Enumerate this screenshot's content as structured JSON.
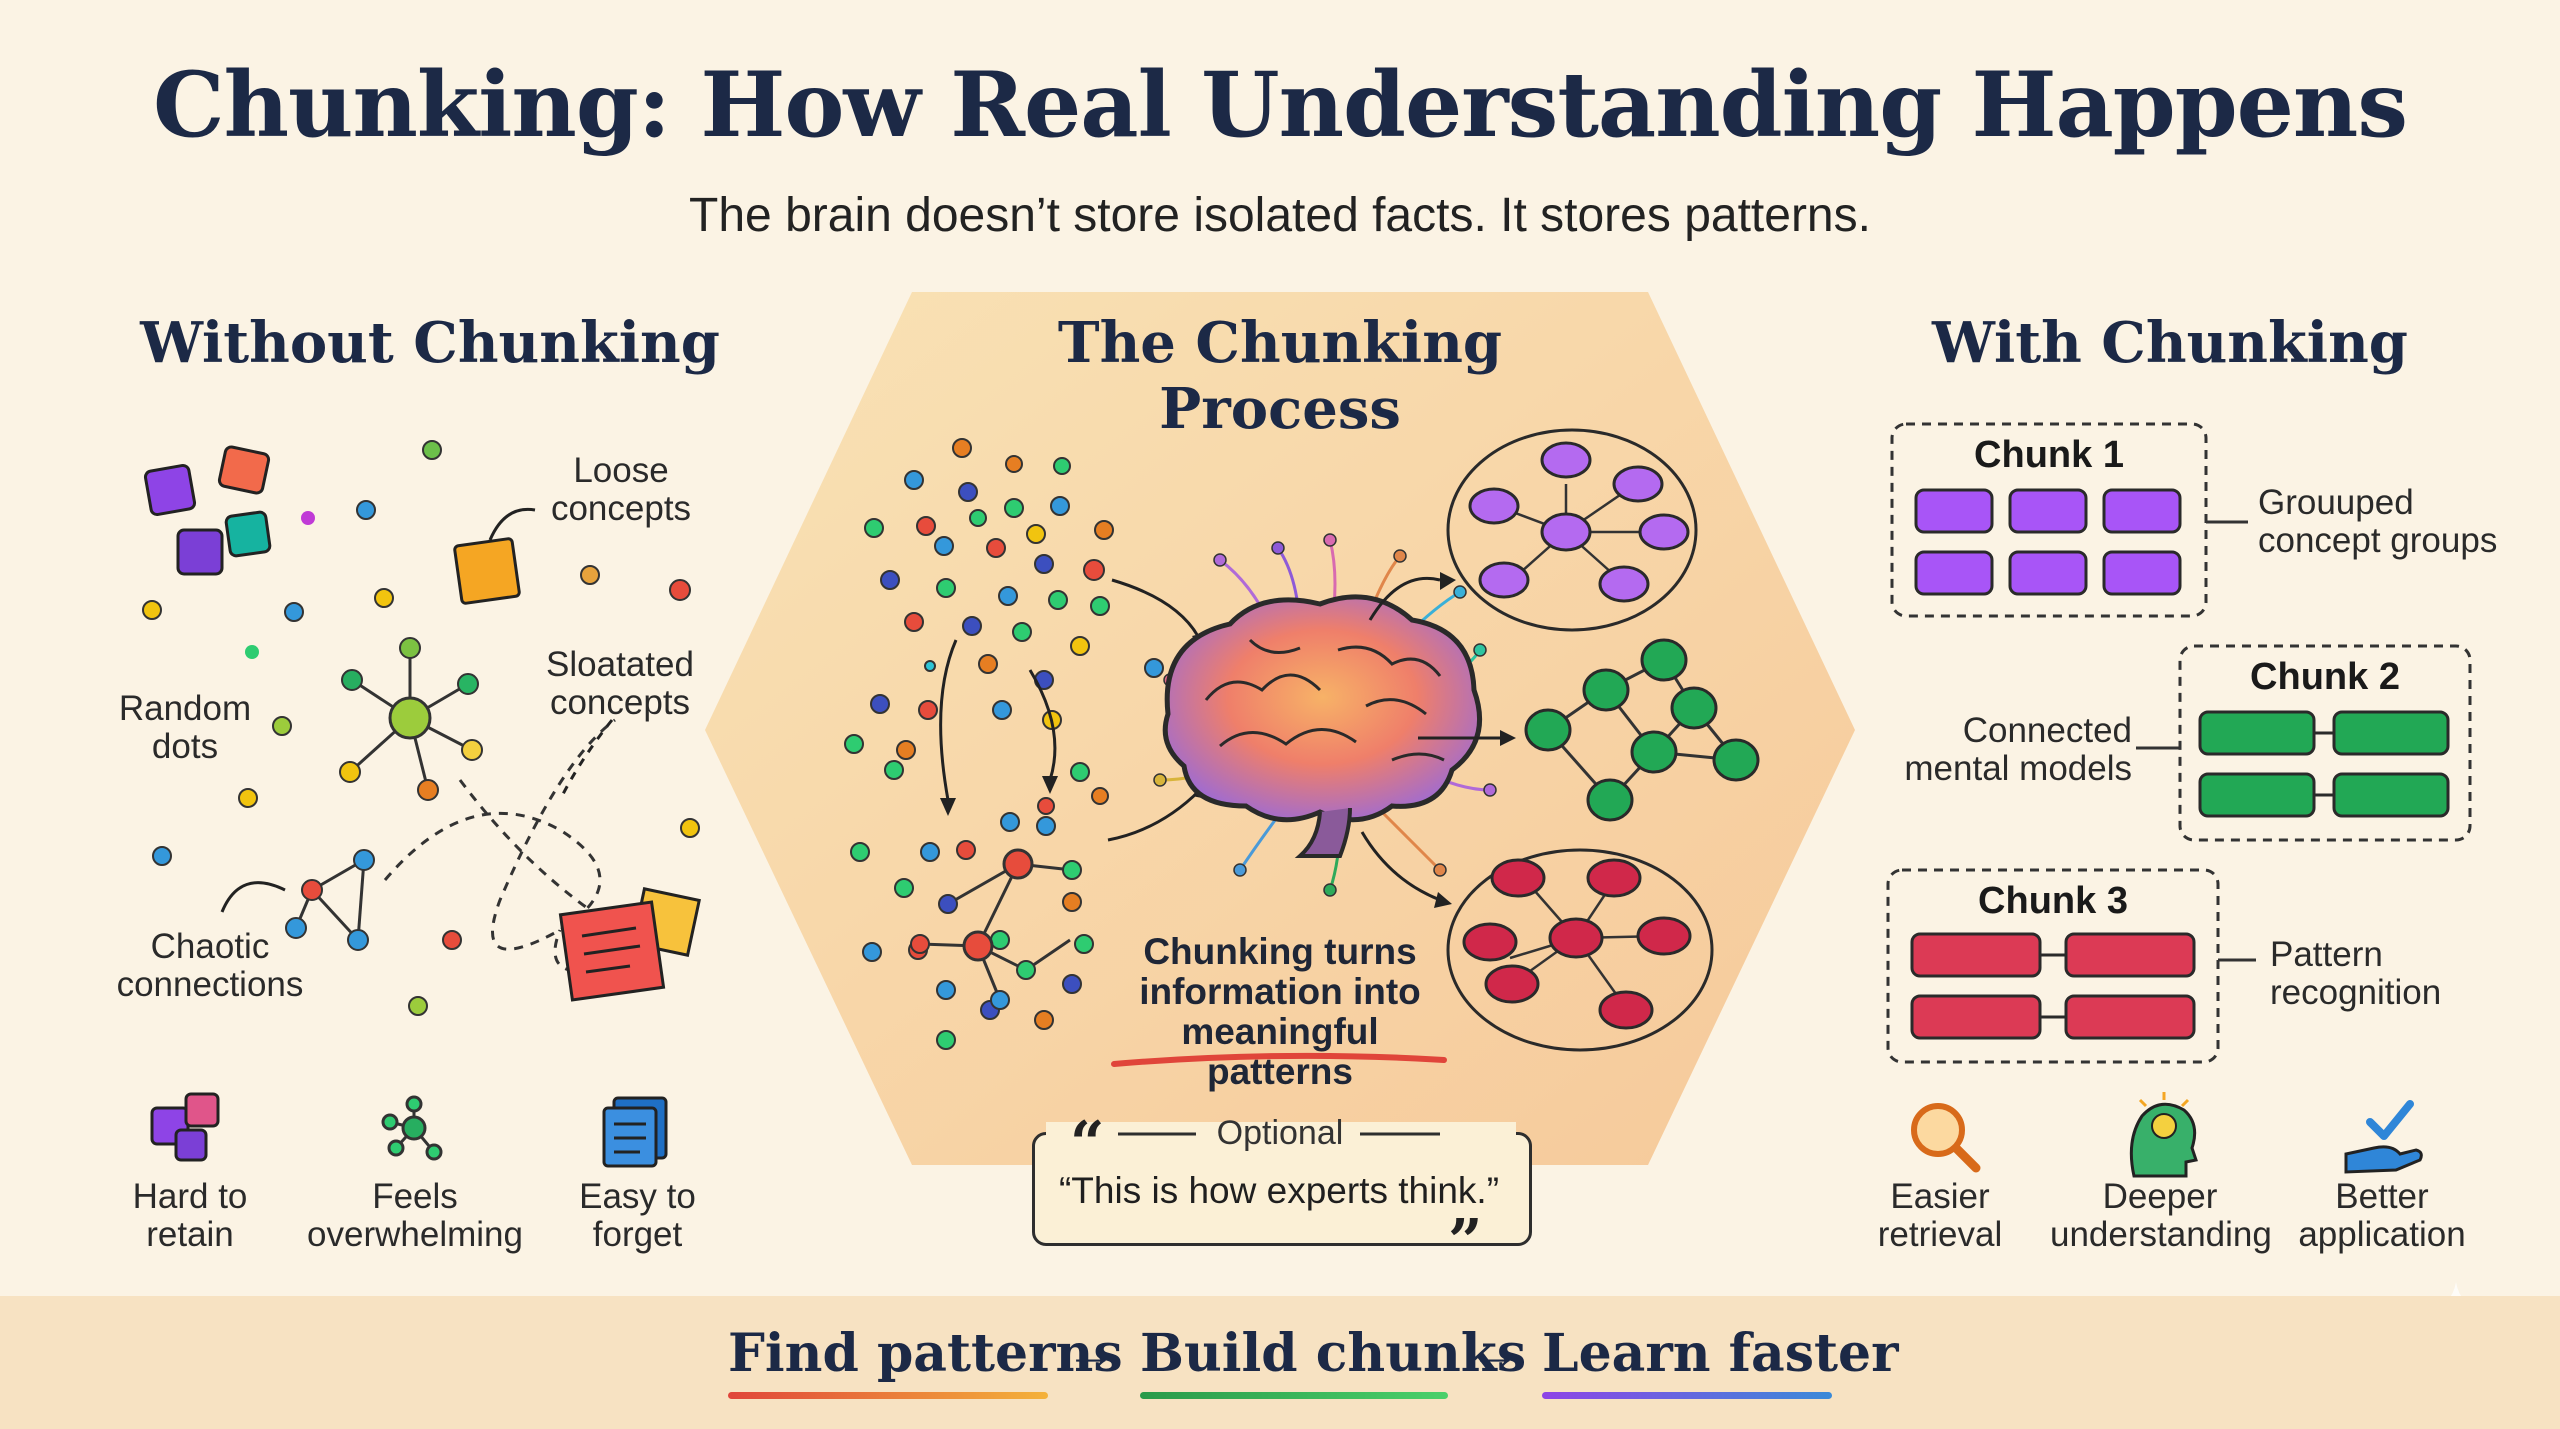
{
  "title": "Chunking: How Real Understanding Happens",
  "subtitle": "The brain doesn’t store isolated facts. It stores patterns.",
  "left": {
    "heading": "Without Chunking",
    "labels": {
      "loose": "Loose\nconcepts",
      "random": "Random\ndots",
      "sloatated": "Sloatated\nconcepts",
      "chaotic": "Chaotic\nconnections"
    },
    "bottom": [
      {
        "icon": "puzzle-icon",
        "label": "Hard to\nretain"
      },
      {
        "icon": "network-icon",
        "label": "Feels\noverwhelming"
      },
      {
        "icon": "notes-icon",
        "label": "Easy to\nforget"
      }
    ]
  },
  "center": {
    "heading": "The Chunking Process",
    "tagline": "Chunking turns\ninformation into\nmeaningful patterns",
    "optional": "Optional",
    "quote": "“This is how experts think.”"
  },
  "right": {
    "heading": "With Chunking",
    "chunks": [
      {
        "title": "Chunk 1",
        "label": "Grouuped\nconcept groups",
        "color": "#a855f7"
      },
      {
        "title": "Chunk 2",
        "label": "Connected\nmental models",
        "color": "#22a855"
      },
      {
        "title": "Chunk 3",
        "label": "Pattern\nrecognition",
        "color": "#dc3a55"
      }
    ],
    "bottom": [
      {
        "icon": "magnifier-icon",
        "label": "Easier\nretrieval"
      },
      {
        "icon": "lightbulb-head-icon",
        "label": "Deeper\nunderstanding"
      },
      {
        "icon": "hand-check-icon",
        "label": "Better\napplication"
      }
    ]
  },
  "footer": {
    "steps": [
      "Find patterns",
      "Build chunks",
      "Learn faster"
    ],
    "arrow": "→"
  }
}
